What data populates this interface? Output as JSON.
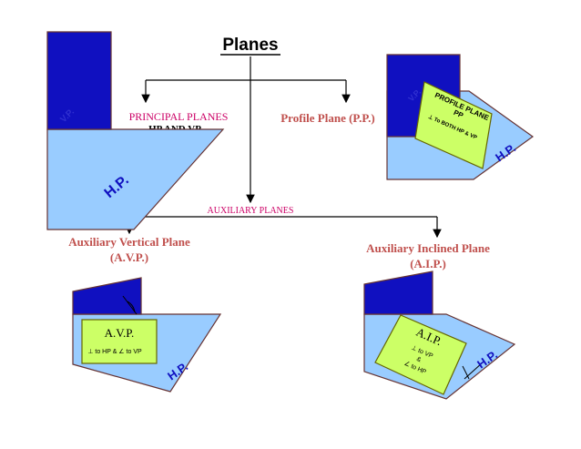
{
  "title": "Planes",
  "principal": {
    "line1": "PRINCIPAL PLANES",
    "line2": "HP AND VP"
  },
  "profile": {
    "label": "Profile Plane (P.P.)"
  },
  "auxiliary": {
    "label": "AUXILIARY PLANES"
  },
  "avp": {
    "line1": "Auxiliary Vertical Plane",
    "line2": "(A.V.P.)"
  },
  "aip": {
    "line1": "Auxiliary Inclined Plane",
    "line2": "(A.I.P.)"
  },
  "figures": {
    "vp": "V.P.",
    "hp": "H.P.",
    "pp_box": {
      "line1": "PROFILE PLANE",
      "line2": "PP",
      "line3": "⊥ To BOTH HP & VP"
    },
    "avp_box": {
      "title": "A.V.P.",
      "sub": "⊥ to HP & ∠ to VP"
    },
    "aip_box": {
      "title": "A.I.P.",
      "sub1": "⊥ to VP",
      "sub2": "&",
      "sub3": "∠ to HP"
    }
  },
  "colors": {
    "vertical_plane": "#0000cc",
    "horizontal_plane": "#99ccff",
    "box_fill": "#ccff66",
    "label_red": "#c0504d",
    "label_magenta": "#cc0066"
  }
}
